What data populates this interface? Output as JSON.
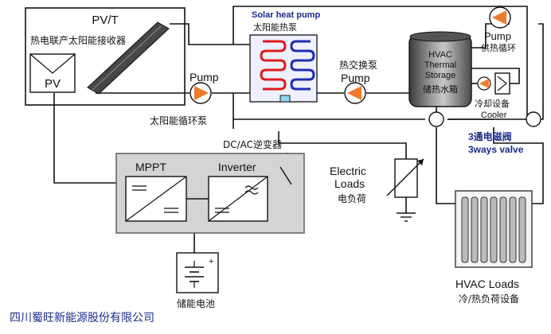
{
  "pvt": {
    "title": "PV/T",
    "subtitle": "热电联产太阳能接收器",
    "pv_label": "PV"
  },
  "heat_pump": {
    "title": "Solar heat pump",
    "subtitle": "太阳能热泵"
  },
  "pump_left": {
    "label": "Pump",
    "subtitle": "太阳能循环泵"
  },
  "pump_middle": {
    "label_cn": "热交换泵",
    "label": "Pump"
  },
  "pump_top_right": {
    "label": "Pump",
    "subtitle": "供热循环"
  },
  "tank": {
    "line1": "HVAC",
    "line2": "Thermal",
    "line3": "Storage",
    "subtitle": "储热水箱"
  },
  "cooler": {
    "label_cn": "冷却设备",
    "label": "Cooler"
  },
  "valve": {
    "label_cn": "3通电磁阀",
    "label": "3ways valve"
  },
  "dcac": {
    "label": "DC/AC逆变器"
  },
  "mppt": {
    "label": "MPPT"
  },
  "inverter": {
    "label": "Inverter"
  },
  "electric_loads": {
    "line1": "Electric",
    "line2": "Loads",
    "subtitle": "电负荷"
  },
  "battery": {
    "plus": "+",
    "label": "储能电池"
  },
  "hvac_loads": {
    "label": "HVAC Loads",
    "subtitle": "冷/热负荷设备"
  },
  "company": {
    "name": "四川蜀旺新能源股份有限公司"
  },
  "colors": {
    "pump_orange": "#f07a2a",
    "coil_red": "#e21b1b",
    "coil_blue": "#1e2fb0",
    "label_blue": "#1a2b8c",
    "box_gray": "#d4d4d4"
  }
}
